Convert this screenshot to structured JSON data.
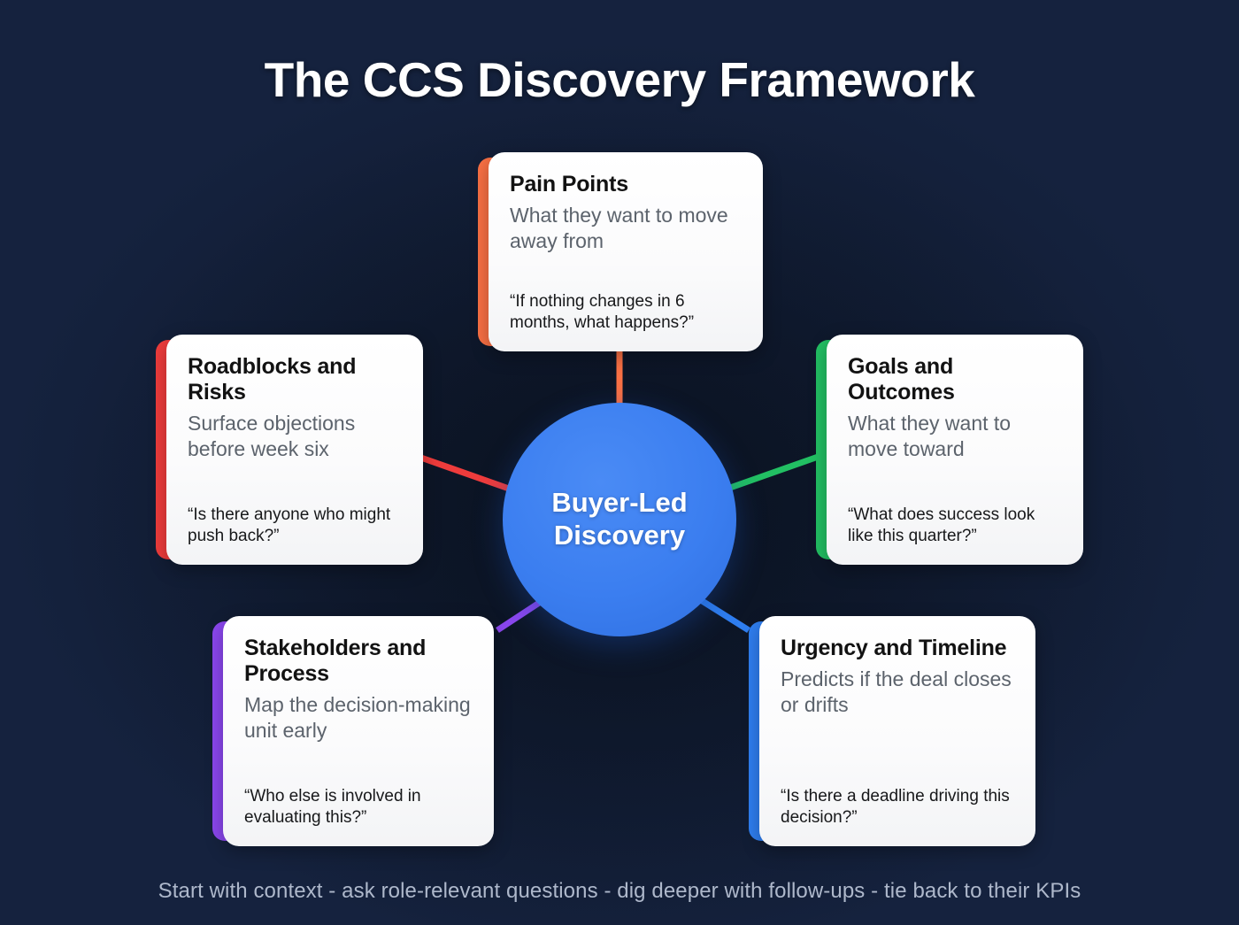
{
  "title": "The CCS Discovery Framework",
  "center": {
    "line1": "Buyer-Led",
    "line2": "Discovery",
    "color": "#3b7ef0"
  },
  "footer": "Start with context - ask role-relevant questions - dig deeper with follow-ups - tie back to their KPIs",
  "background": {
    "color": "#15223e",
    "center_color": "#0d1626"
  },
  "cards": [
    {
      "id": "pain-points",
      "title": "Pain Points",
      "subtitle": "What they want to move away from",
      "quote": "“If nothing changes in 6 months, what happens?”",
      "accent": "#f97044",
      "position": "top"
    },
    {
      "id": "roadblocks-and-risks",
      "title": "Roadblocks and Risks",
      "subtitle": "Surface objections before week six",
      "quote": "“Is there anyone who might push back?”",
      "accent": "#ef3c3c",
      "position": "left"
    },
    {
      "id": "goals-and-outcomes",
      "title": "Goals and Outcomes",
      "subtitle": "What they want to move toward",
      "quote": "“What does success look like this quarter?”",
      "accent": "#22bf63",
      "position": "right"
    },
    {
      "id": "stakeholders-and-process",
      "title": "Stakeholders and Process",
      "subtitle": "Map the decision-making unit early",
      "quote": "“Who else is involved in evaluating this?”",
      "accent": "#8b47ee",
      "position": "bottom-left"
    },
    {
      "id": "urgency-and-timeline",
      "title": "Urgency and Timeline",
      "subtitle": "Predicts if the deal closes or drifts",
      "quote": "“Is there a deadline driving this decision?”",
      "accent": "#2f7ef0",
      "position": "bottom-right"
    }
  ],
  "connectors": [
    {
      "id": "connector-pain-points",
      "color": "#f97044"
    },
    {
      "id": "connector-roadblocks-and-risks",
      "color": "#ef3c3c"
    },
    {
      "id": "connector-goals-and-outcomes",
      "color": "#22bf63"
    },
    {
      "id": "connector-stakeholders-and-process",
      "color": "#8b47ee"
    },
    {
      "id": "connector-urgency-and-timeline",
      "color": "#2f7ef0"
    }
  ]
}
